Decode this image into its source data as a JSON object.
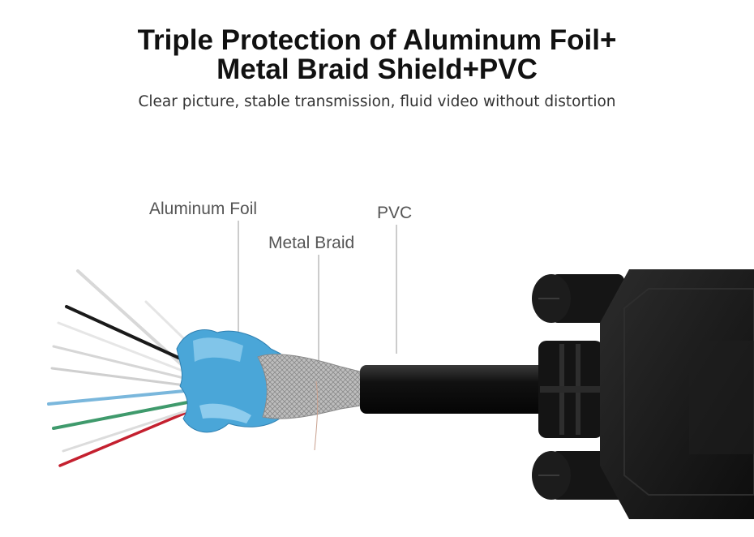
{
  "header": {
    "title_line1": "Triple Protection of Aluminum Foil+",
    "title_line2": "Metal Braid Shield+PVC",
    "subtitle": "Clear picture, stable transmission, fluid video without distortion"
  },
  "callouts": {
    "aluminum_foil": "Aluminum Foil",
    "metal_braid": "Metal Braid",
    "pvc": "PVC"
  },
  "colors": {
    "title": "#111111",
    "label": "#555555",
    "foil": "#4aa6d8",
    "braid": "#b9b9b9",
    "pvc": "#111111",
    "connector": "#1a1a1a"
  }
}
